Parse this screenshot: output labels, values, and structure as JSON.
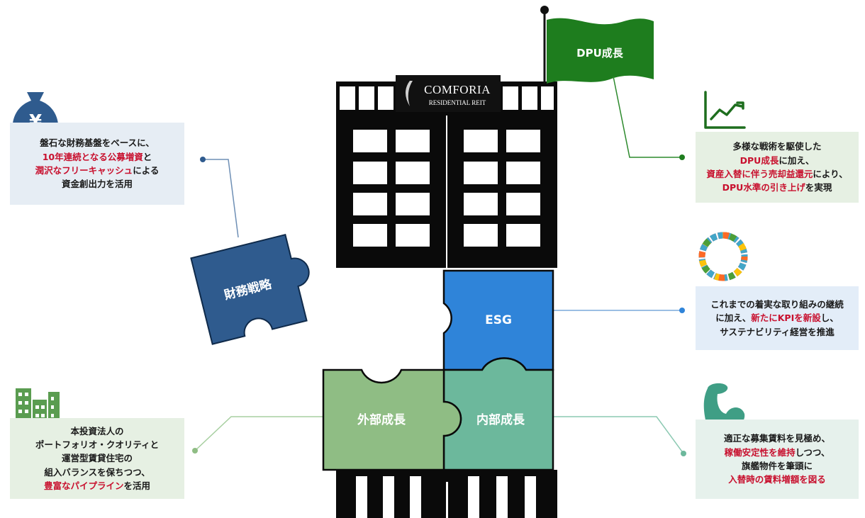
{
  "logo": {
    "line1": "COMFORIA",
    "line2": "RESIDENTIAL REIT"
  },
  "flag": {
    "label": "DPU成長"
  },
  "pieces": {
    "finance": "財務戦略",
    "esg": "ESG",
    "external": "外部成長",
    "internal": "内部成長"
  },
  "callouts": {
    "finance": {
      "icon": "yen-money-bag-icon",
      "lines": [
        [
          {
            "t": "盤石な財務基盤をベースに、"
          }
        ],
        [
          {
            "t": "10年連続となる公募増資",
            "hl": true
          },
          {
            "t": "と"
          }
        ],
        [
          {
            "t": "潤沢なフリーキャッシュ",
            "hl": true
          },
          {
            "t": "による"
          }
        ],
        [
          {
            "t": "資金創出力を活用"
          }
        ]
      ]
    },
    "dpu": {
      "icon": "growth-chart-icon",
      "lines": [
        [
          {
            "t": "多様な戦術を駆使した"
          }
        ],
        [
          {
            "t": "DPU成長",
            "hl": true
          },
          {
            "t": "に加え、"
          }
        ],
        [
          {
            "t": "資産入替に伴う売却益還元",
            "hl": true
          },
          {
            "t": "により、"
          }
        ],
        [
          {
            "t": "DPU水準の引き上げ",
            "hl": true
          },
          {
            "t": "を実現"
          }
        ]
      ]
    },
    "esg": {
      "icon": "sdgs-wheel-icon",
      "lines": [
        [
          {
            "t": "これまでの着実な取り組みの継続"
          }
        ],
        [
          {
            "t": "に加え、"
          },
          {
            "t": "新たにKPIを新設",
            "hl": true
          },
          {
            "t": "し、"
          }
        ],
        [
          {
            "t": "サステナビリティ経営を推進"
          }
        ]
      ]
    },
    "external": {
      "icon": "buildings-icon",
      "lines": [
        [
          {
            "t": "本投資法人の"
          }
        ],
        [
          {
            "t": "ポートフォリオ・クオリティと"
          }
        ],
        [
          {
            "t": "運営型賃貸住宅の"
          }
        ],
        [
          {
            "t": "組入バランスを保ちつつ、"
          }
        ],
        [
          {
            "t": "豊富なパイプライン",
            "hl": true
          },
          {
            "t": "を活用"
          }
        ]
      ]
    },
    "internal": {
      "icon": "flexed-arm-icon",
      "lines": [
        [
          {
            "t": "適正な募集賃料を見極め、"
          }
        ],
        [
          {
            "t": "稼働安定性を維持",
            "hl": true
          },
          {
            "t": "しつつ、"
          }
        ],
        [
          {
            "t": "旗艦物件を筆頭に"
          }
        ],
        [
          {
            "t": "入替時の賃料増額を図る",
            "hl": true
          }
        ]
      ]
    }
  },
  "colors": {
    "highlight": "#c8102e",
    "finance_piece": "#2f5b8e",
    "esg_piece": "#2f84d9",
    "external_piece": "#8fbd84",
    "internal_piece": "#6cb89c",
    "flag": "#1e7d1e",
    "building": "#0a0a0a"
  }
}
